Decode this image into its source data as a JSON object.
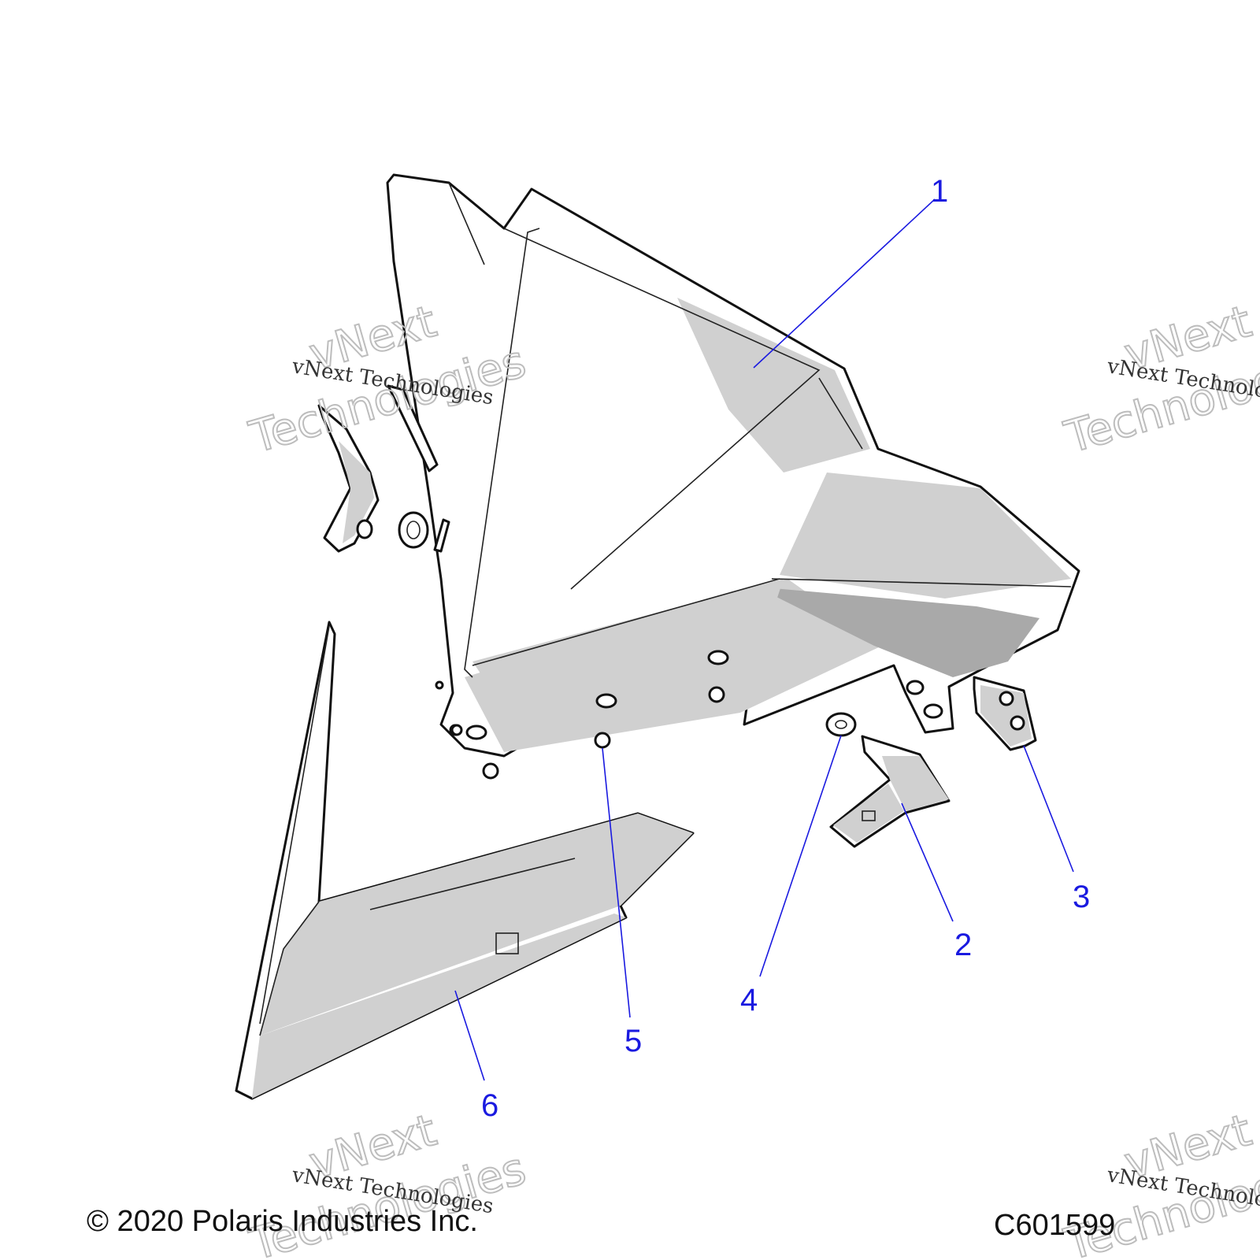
{
  "callouts": [
    "1",
    "2",
    "3",
    "4",
    "5",
    "6"
  ],
  "watermark": {
    "line_small": "vNext Technologies",
    "big_line1": "vNext",
    "big_line2": "Technologies"
  },
  "footer": {
    "copyright": "© 2020 Polaris Industries Inc.",
    "figure_code": "C601599"
  },
  "colors": {
    "callout": "#1a1ae0",
    "outline": "#111111",
    "shade": "#d0d0d0"
  }
}
